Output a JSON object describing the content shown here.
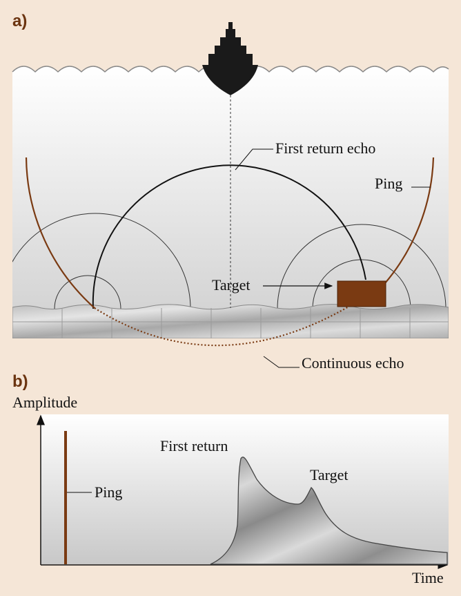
{
  "panel_a": {
    "label": "a)",
    "labels": {
      "first_return_echo": "First return echo",
      "ping": "Ping",
      "target": "Target",
      "continuous_echo": "Continuous echo"
    }
  },
  "panel_b": {
    "label": "b)",
    "y_axis_label": "Amplitude",
    "x_axis_label": "Time",
    "labels": {
      "ping": "Ping",
      "first_return": "First return",
      "target": "Target"
    }
  },
  "colors": {
    "background": "#f5e6d7",
    "accent_brown": "#6b3410",
    "ping_brown": "#7a3a12",
    "line_dark": "#222222"
  }
}
